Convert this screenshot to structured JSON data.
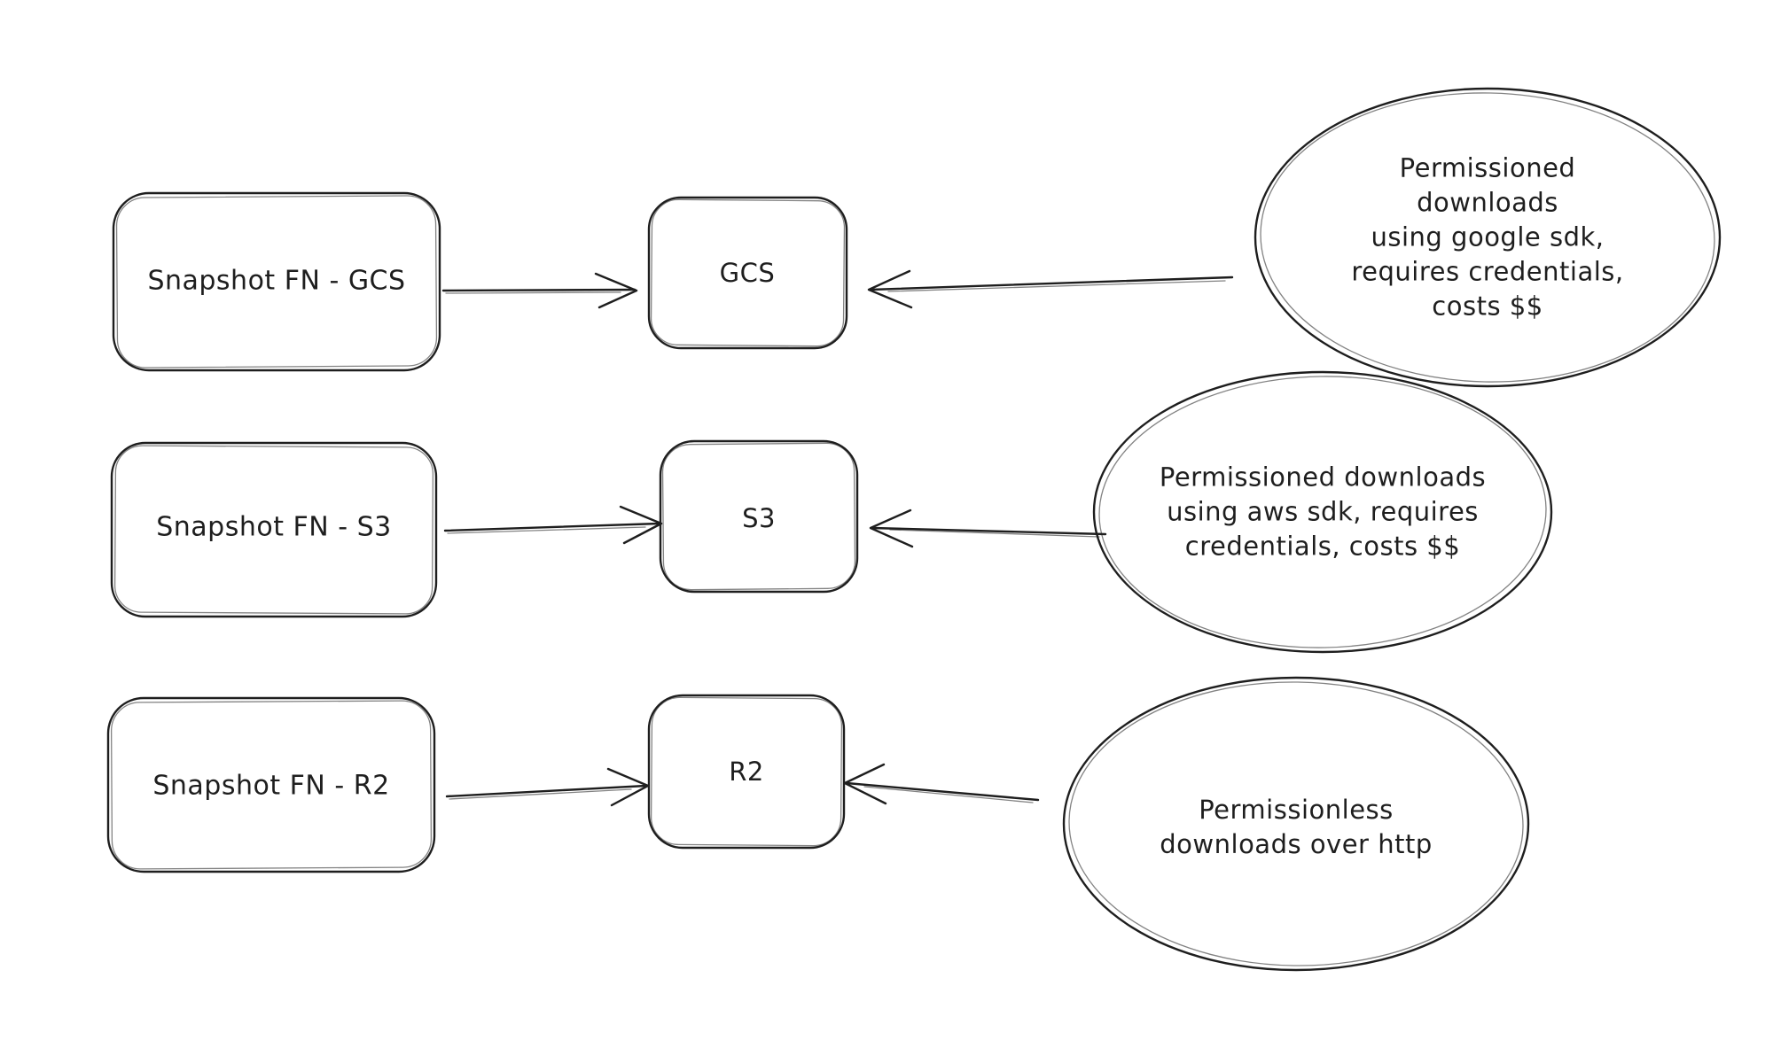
{
  "canvas": {
    "background": "#ffffff",
    "stroke_color": "#1e1e1e",
    "text_color": "#1e1e1e"
  },
  "nodes": {
    "snapshot_gcs": {
      "label": "Snapshot FN - GCS"
    },
    "gcs": {
      "label": "GCS"
    },
    "note_gcs": {
      "label": "Permissioned downloads\nusing google sdk,\nrequires credentials,\ncosts $$"
    },
    "snapshot_s3": {
      "label": "Snapshot FN - S3"
    },
    "s3": {
      "label": "S3"
    },
    "note_s3": {
      "label": "Permissioned downloads\nusing aws sdk, requires\ncredentials, costs $$"
    },
    "snapshot_r2": {
      "label": "Snapshot FN - R2"
    },
    "r2": {
      "label": "R2"
    },
    "note_r2": {
      "label": "Permissionless\ndownloads over http"
    }
  }
}
